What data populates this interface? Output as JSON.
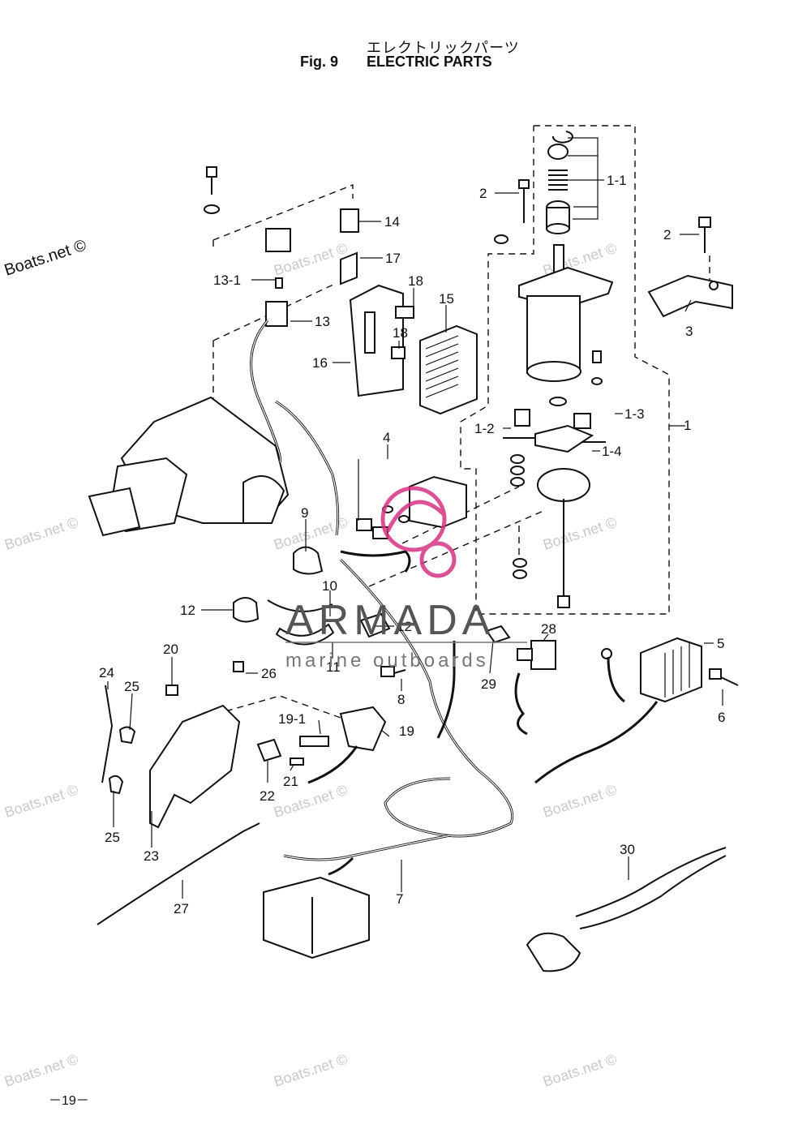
{
  "header": {
    "japanese_title": "エレクトリックパーツ",
    "fig_label": "Fig. 9",
    "title": "ELECTRIC PARTS"
  },
  "page_number": "－19－",
  "watermarks": {
    "site": "Boats.net ©",
    "brand_name": "ARMADA",
    "brand_tagline": "marine outboards"
  },
  "callouts": [
    "1",
    "1-1",
    "1-2",
    "1-3",
    "1-4",
    "2",
    "2",
    "3",
    "4",
    "5",
    "6",
    "7",
    "8",
    "9",
    "10",
    "11",
    "12",
    "12",
    "13",
    "13-1",
    "14",
    "15",
    "16",
    "17",
    "18",
    "18",
    "19",
    "19-1",
    "20",
    "21",
    "22",
    "23",
    "24",
    "25",
    "25",
    "26",
    "27",
    "28",
    "29",
    "30"
  ],
  "colors": {
    "ink": "#111111",
    "watermark": "#c9c9c9",
    "brand_accent": "#d63384"
  }
}
